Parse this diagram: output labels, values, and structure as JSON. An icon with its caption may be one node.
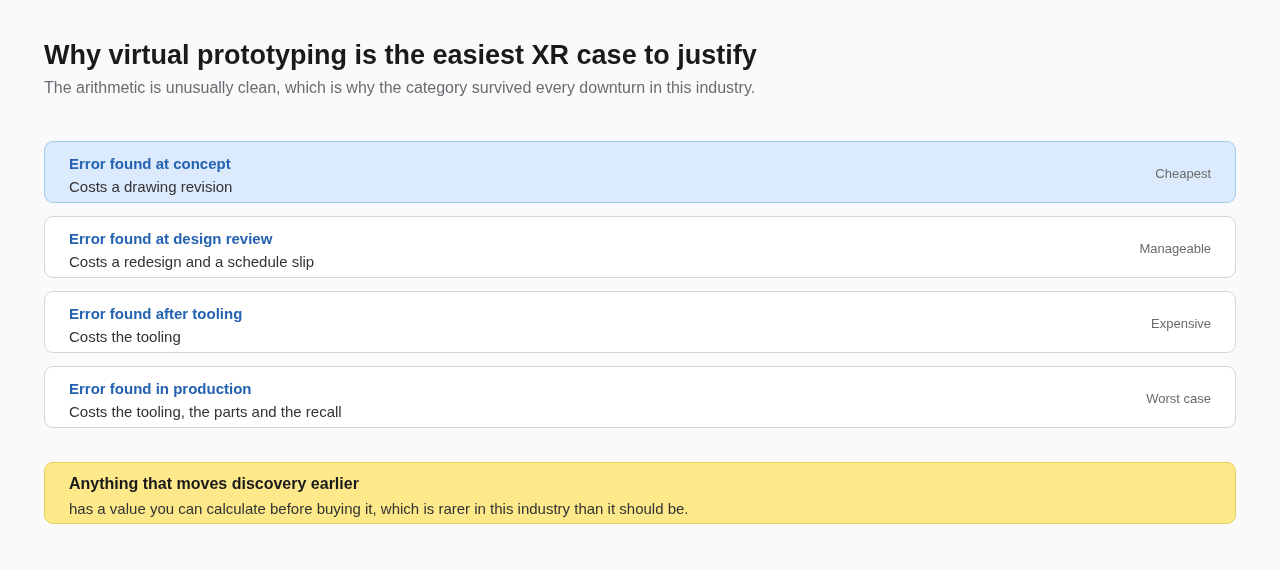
{
  "diagram": {
    "title": "Why virtual prototyping is the easiest XR case to justify",
    "nodes": [
      {
        "text": [
          "Error found at concept",
          "Costs a drawing revision",
          "Cheapest"
        ]
      },
      {
        "text": [
          "Error found at design review",
          "Costs a redesign and a schedule slip",
          "Manageable"
        ]
      },
      {
        "text": [
          "Error found after tooling",
          "Costs the tooling",
          "Expensive"
        ]
      },
      {
        "text": [
          "Error found in production",
          "Costs the tooling, the parts and the recall",
          "Worst case"
        ]
      },
      {
        "text": [
          "Anything that moves discovery earlier",
          "has a value you can calculate before buying it, which is rarer in this industry than it should be."
        ]
      }
    ],
    "edges": [],
    "labels": [
      "The arithmetic is unusually clean, which is why the category survived every downturn in this industry."
    ]
  }
}
